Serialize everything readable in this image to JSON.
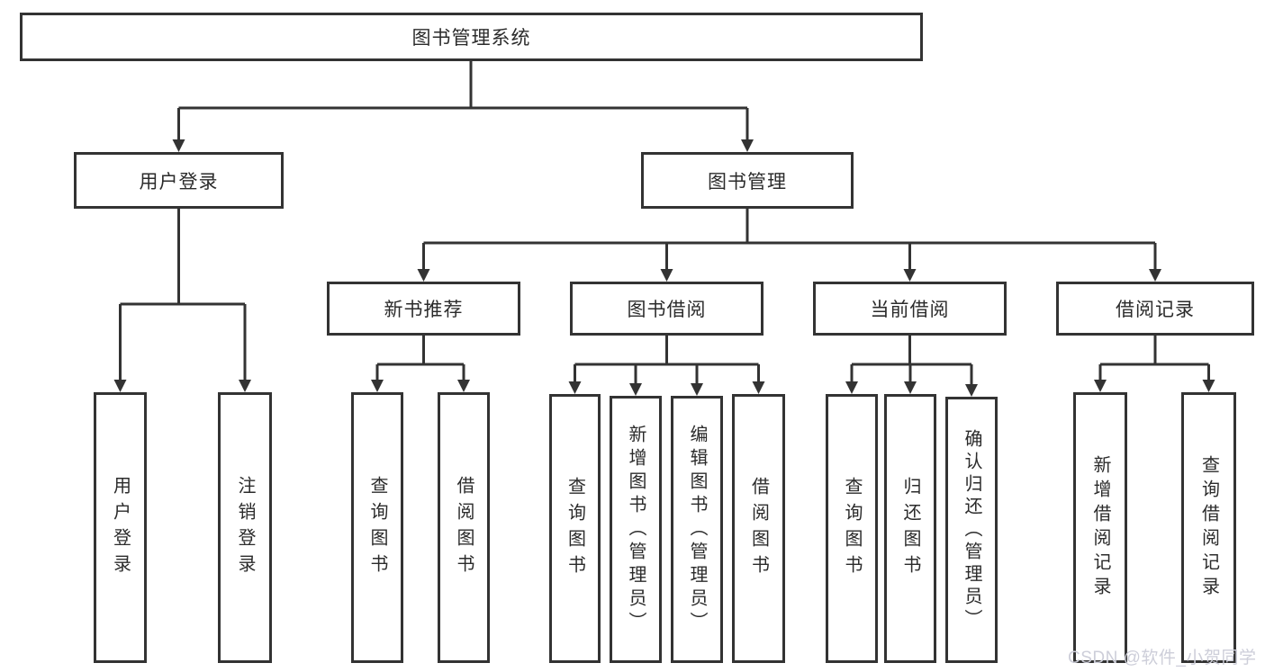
{
  "diagram": {
    "root": {
      "label": "图书管理系统"
    },
    "user_login": {
      "label": "用户登录",
      "leaves": [
        "用户登录",
        "注销登录"
      ]
    },
    "book_management": {
      "label": "图书管理",
      "groups": [
        {
          "label": "新书推荐",
          "leaves": [
            "查询图书",
            "借阅图书"
          ]
        },
        {
          "label": "图书借阅",
          "leaves": [
            "查询图书",
            "新增图书（管理员）",
            "编辑图书（管理员）",
            "借阅图书"
          ]
        },
        {
          "label": "当前借阅",
          "leaves": [
            "查询图书",
            "归还图书",
            "确认归还（管理员）"
          ]
        },
        {
          "label": "借阅记录",
          "leaves": [
            "新增借阅记录",
            "查询借阅记录"
          ]
        }
      ]
    },
    "watermark": "CSDN @软件_小贺同学",
    "colors": {
      "line": "#333333",
      "box_border": "#333333",
      "text": "#2b2b2b",
      "watermark_text": "#cdced9",
      "background": "#ffffff"
    }
  }
}
